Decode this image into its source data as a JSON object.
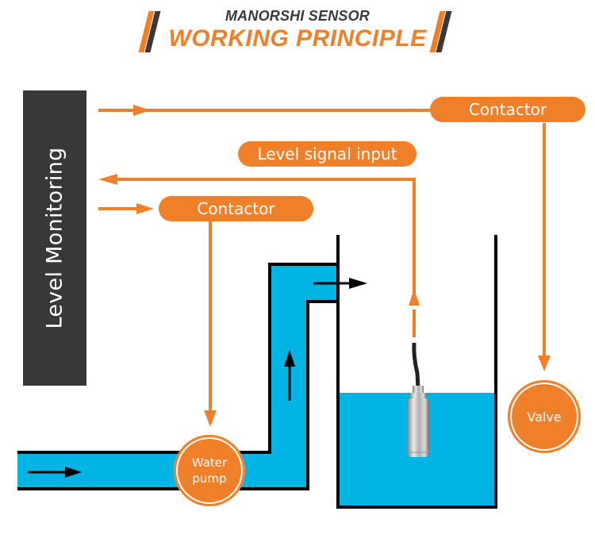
{
  "header": {
    "subtitle": "MANORSHI SENSOR",
    "title": "WORKING PRINCIPLE"
  },
  "monitor": {
    "label": "Level Monitoring"
  },
  "labels": {
    "contactor_top": "Contactor",
    "level_signal_input": "Level signal input",
    "contactor_mid": "Contactor"
  },
  "devices": {
    "pump_line1": "Water",
    "pump_line2": "pump",
    "valve": "Valve"
  },
  "colors": {
    "accent": "#f07f2a",
    "dark": "#383838",
    "water": "#00b4e6",
    "outline": "#000000"
  }
}
